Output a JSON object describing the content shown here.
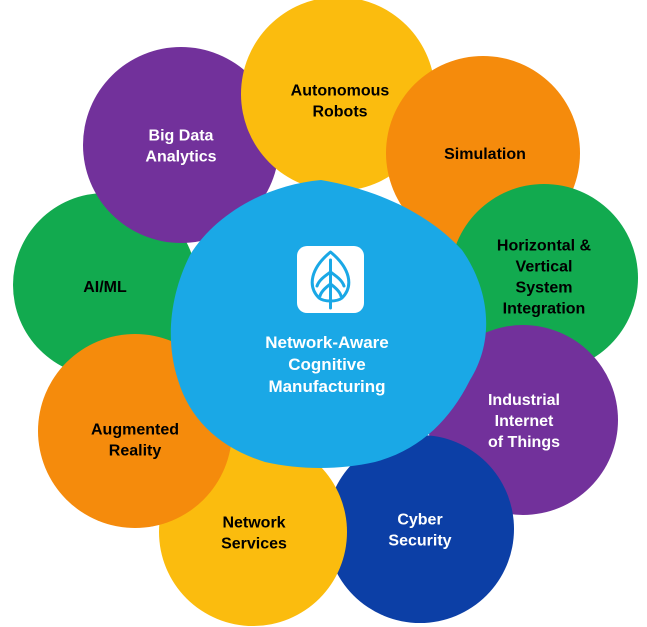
{
  "center": {
    "title_lines": [
      "Network-Aware",
      "Cognitive",
      "Manufacturing"
    ],
    "icon": "leaf-icon",
    "color": "#1aa8e6"
  },
  "nodes": [
    {
      "id": "autonomous-robots",
      "lines": [
        "Autonomous",
        "Robots"
      ],
      "color": "#fbbc0e",
      "text_color": "#000000"
    },
    {
      "id": "simulation",
      "lines": [
        "Simulation"
      ],
      "color": "#f58b0c",
      "text_color": "#000000"
    },
    {
      "id": "horizontal-vertical",
      "lines": [
        "Horizontal &",
        "Vertical",
        "System",
        "Integration"
      ],
      "color": "#12aa4f",
      "text_color": "#000000"
    },
    {
      "id": "industrial-iot",
      "lines": [
        "Industrial",
        "Internet",
        "of Things"
      ],
      "color": "#72319b",
      "text_color": "#ffffff"
    },
    {
      "id": "cyber-security",
      "lines": [
        "Cyber",
        "Security"
      ],
      "color": "#0c3fa6",
      "text_color": "#ffffff"
    },
    {
      "id": "network-services",
      "lines": [
        "Network",
        "Services"
      ],
      "color": "#fbbc0e",
      "text_color": "#000000"
    },
    {
      "id": "augmented-reality",
      "lines": [
        "Augmented",
        "Reality"
      ],
      "color": "#f58b0c",
      "text_color": "#000000"
    },
    {
      "id": "ai-ml",
      "lines": [
        "AI/ML"
      ],
      "color": "#12aa4f",
      "text_color": "#000000"
    },
    {
      "id": "big-data-analytics",
      "lines": [
        "Big Data",
        "Analytics"
      ],
      "color": "#72319b",
      "text_color": "#ffffff"
    }
  ]
}
